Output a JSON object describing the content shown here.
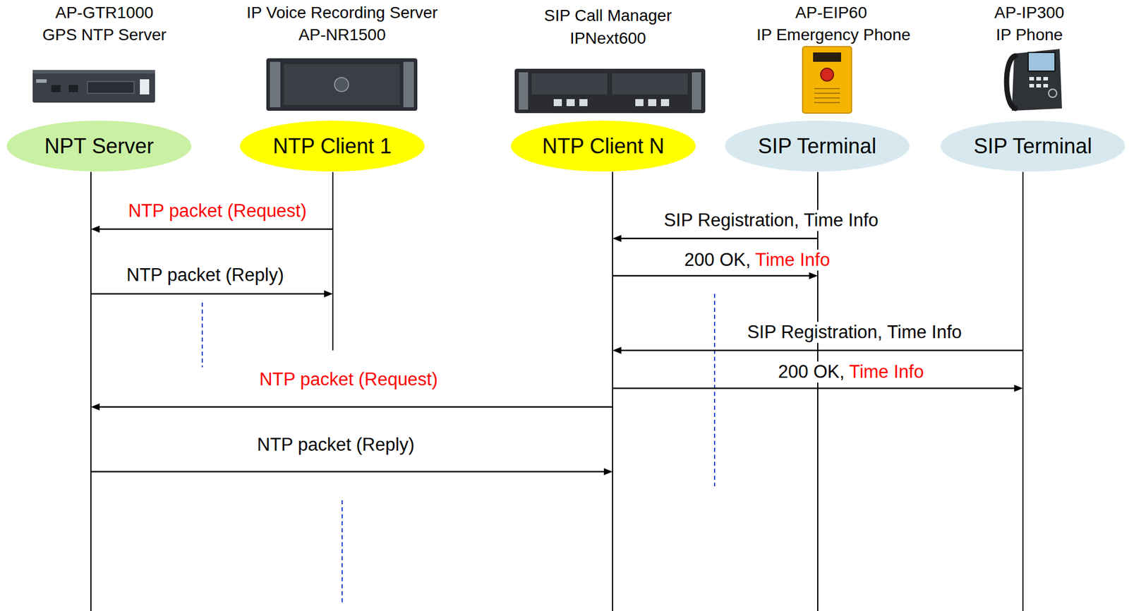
{
  "diagram": {
    "nodes": [
      {
        "text": [
          "NPT Server"
        ]
      },
      {
        "text": [
          "NTP Client 1"
        ]
      },
      {
        "text": [
          "NTP Client N"
        ]
      },
      {
        "text": [
          "SIP Terminal"
        ]
      },
      {
        "text": [
          "SIP Terminal"
        ]
      }
    ],
    "edges": [
      {
        "from": 1,
        "to": 0,
        "arrow": "to",
        "label": "NTP packet (Request)"
      },
      {
        "from": 3,
        "to": 2,
        "arrow": "to",
        "label": "SIP Registration, Time Info"
      },
      {
        "from": 2,
        "to": 3,
        "arrow": "to",
        "label": "200 OK, Time Info"
      },
      {
        "from": 0,
        "to": 1,
        "arrow": "to",
        "label": "NTP packet (Reply)"
      },
      {
        "from": 4,
        "to": 2,
        "arrow": "to",
        "label": "SIP Registration, Time Info"
      },
      {
        "from": 2,
        "to": 4,
        "arrow": "to",
        "label": "200 OK, Time Info"
      },
      {
        "from": 2,
        "to": 0,
        "arrow": "to",
        "label": "NTP packet (Request)"
      },
      {
        "from": 0,
        "to": 2,
        "arrow": "to",
        "label": "NTP packet (Reply)"
      }
    ],
    "labels": [
      "AP-GTR1000",
      "GPS NTP Server",
      "IP Voice Recording Server",
      "AP-NR1500",
      "SIP Call Manager",
      "IPNext600",
      "AP-EIP60",
      "IP Emergency Phone",
      "AP-IP300",
      "IP Phone"
    ]
  }
}
